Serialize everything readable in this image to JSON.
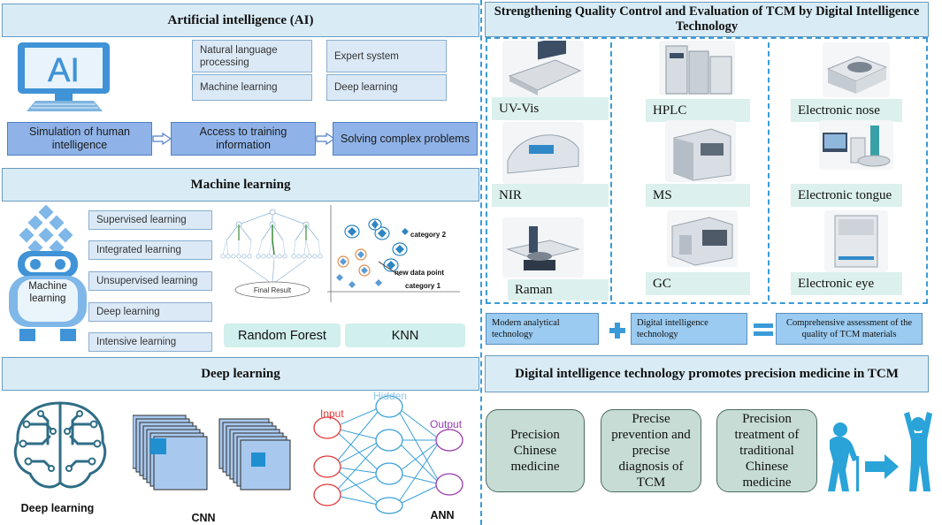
{
  "ai": {
    "title": "Artificial intelligence (AI)",
    "ai_screen_text": "AI",
    "topics": [
      "Natural language processing",
      "Expert system",
      "Machine learning",
      "Deep learning"
    ],
    "flow": [
      "Simulation of human intelligence",
      "Access to training information",
      "Solving complex problems"
    ]
  },
  "ml": {
    "title": "Machine learning",
    "robot_label": "Machine learning",
    "types": [
      "Supervised learning",
      "Integrated learning",
      "Unsupervised learning",
      "Deep learning",
      "Intensive learning"
    ],
    "rf_result": "Final Result",
    "knn_cat2": "category 2",
    "knn_new": "new data point",
    "knn_cat1": "category 1",
    "rf_button": "Random Forest",
    "knn_button": "KNN"
  },
  "dl": {
    "title": "Deep learning",
    "brain_caption": "Deep learning",
    "cnn_caption": "CNN",
    "ann_input": "Input",
    "ann_hidden": "Hidden",
    "ann_output": "Output",
    "ann_caption": "ANN"
  },
  "qc": {
    "title": "Strengthening Quality Control and Evaluation of TCM by Digital Intelligence Technology",
    "instruments": [
      "UV-Vis",
      "HPLC",
      "Electronic nose",
      "NIR",
      "MS",
      "Electronic tongue",
      "Raman",
      "GC",
      "Electronic eye"
    ],
    "equation": [
      "Modern analytical technology",
      "Digital intelligence technology",
      "Comprehensive assessment of the quality of TCM materials"
    ]
  },
  "pm": {
    "title": "Digital intelligence technology promotes precision medicine in TCM",
    "items": [
      "Precision Chinese medicine",
      "Precise prevention and precise diagnosis of TCM",
      "Precision treatment of traditional Chinese medicine"
    ]
  },
  "colors": {
    "accent": "#2e86c1",
    "header_bg": "#d9ecf6",
    "flow_box": "#8fb3e8",
    "pm_box": "#c6dcd4",
    "icon_blue": "#29a3d8"
  }
}
